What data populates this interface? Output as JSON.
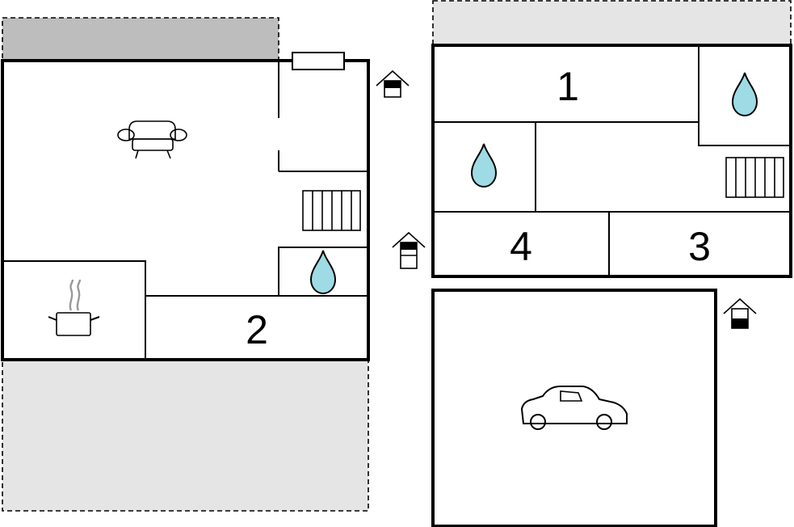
{
  "room_numbers": {
    "room_1": "1",
    "room_2": "2",
    "room_3": "3",
    "room_4": "4"
  },
  "icons": [
    "sofa-icon",
    "cooking-pot-icon",
    "water-drop-icon",
    "radiator-icon",
    "entrance-icon",
    "car-icon"
  ],
  "colors": {
    "water": "#9edbe4",
    "terrace_dark": "#bdbdbd",
    "terrace_light": "#e5e5e5"
  }
}
